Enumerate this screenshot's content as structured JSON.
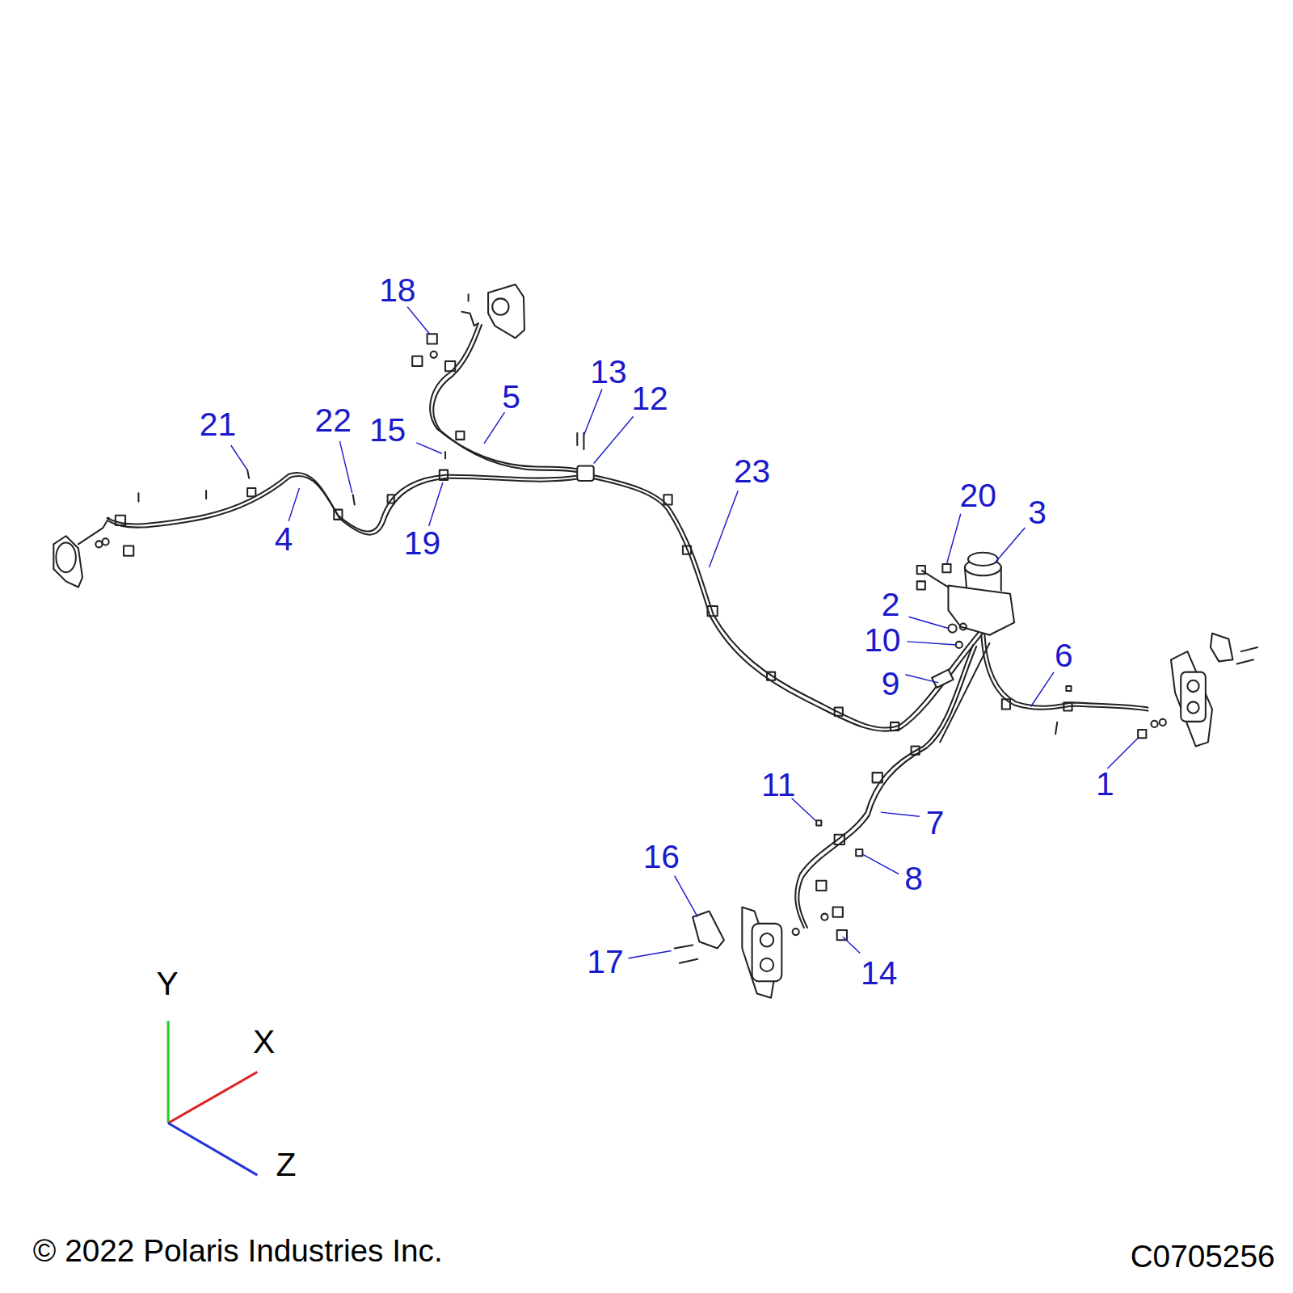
{
  "diagram": {
    "labels": [
      "18",
      "13",
      "12",
      "5",
      "21",
      "22",
      "15",
      "23",
      "4",
      "19",
      "20",
      "3",
      "2",
      "10",
      "6",
      "9",
      "1",
      "11",
      "16",
      "7",
      "8",
      "17",
      "14",
      "Y",
      "X",
      "Z",
      "© 2022 Polaris Industries Inc.",
      "C0705256"
    ]
  }
}
